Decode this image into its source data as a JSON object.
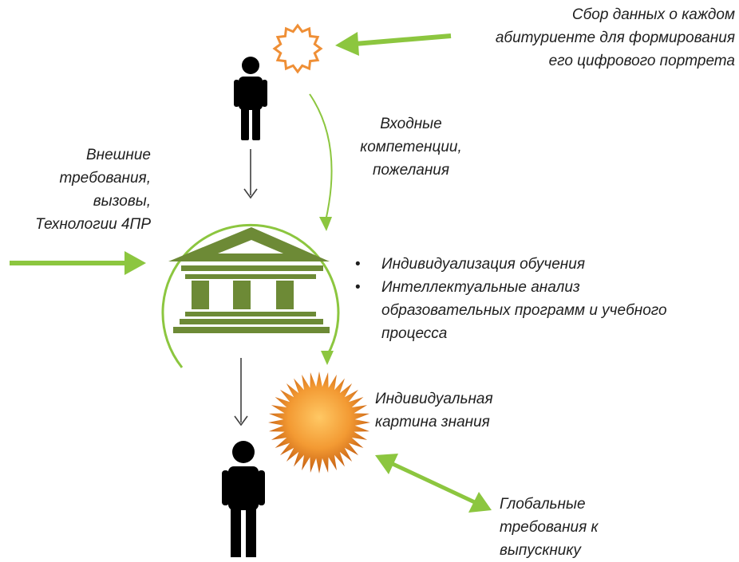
{
  "labels": {
    "data_collection": [
      "Сбор данных о каждом",
      "абитуриенте для формирования",
      "его цифрового портрета"
    ],
    "input_competencies": [
      "Входные",
      "компетенции,",
      "пожелания"
    ],
    "external_requirements": [
      "Внешние",
      "требования,",
      "вызовы,",
      "Технологии 4ПР"
    ],
    "individual_knowledge": [
      "Индивидуальная",
      "картина знания"
    ],
    "global_requirements": [
      "Глобальные",
      "требования к",
      "выпускнику"
    ]
  },
  "bullets": [
    {
      "marker": "•",
      "lines": [
        "Индивидуализация обучения"
      ]
    },
    {
      "marker": "•",
      "lines": [
        "Интеллектуальные анализ",
        "образовательных программ и учебного",
        "процесса"
      ]
    }
  ],
  "icons": {
    "person_top": "person-icon",
    "person_bottom": "person-icon",
    "institution": "university-building-icon",
    "small_star": "outline-star-icon",
    "big_star": "orange-sunburst-icon"
  },
  "colors": {
    "green": "#8cc63f",
    "building": "#6d8a36",
    "orange": "#ef8f36",
    "star_core": "#f7a13a",
    "black": "#000000",
    "arrow_gray": "#404040"
  }
}
